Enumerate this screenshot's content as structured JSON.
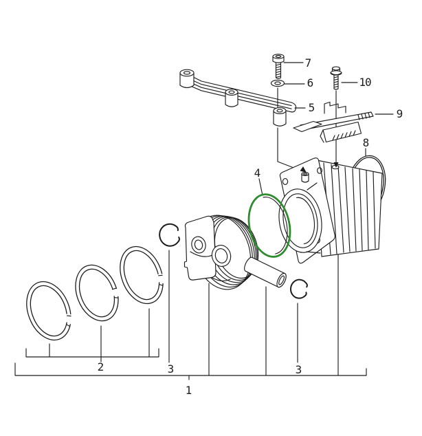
{
  "diagram": {
    "kind": "exploded-parts-diagram",
    "colors": {
      "line": "#1c1c1c",
      "highlight_green": "#2e8b2e",
      "background": "#ffffff"
    },
    "callouts": {
      "c1": "1",
      "c2": "2",
      "c3_left": "3",
      "c3_right": "3",
      "c4": "4",
      "c5": "5",
      "c6": "6",
      "c7": "7",
      "c8": "8",
      "c9": "9",
      "c10": "10"
    }
  }
}
